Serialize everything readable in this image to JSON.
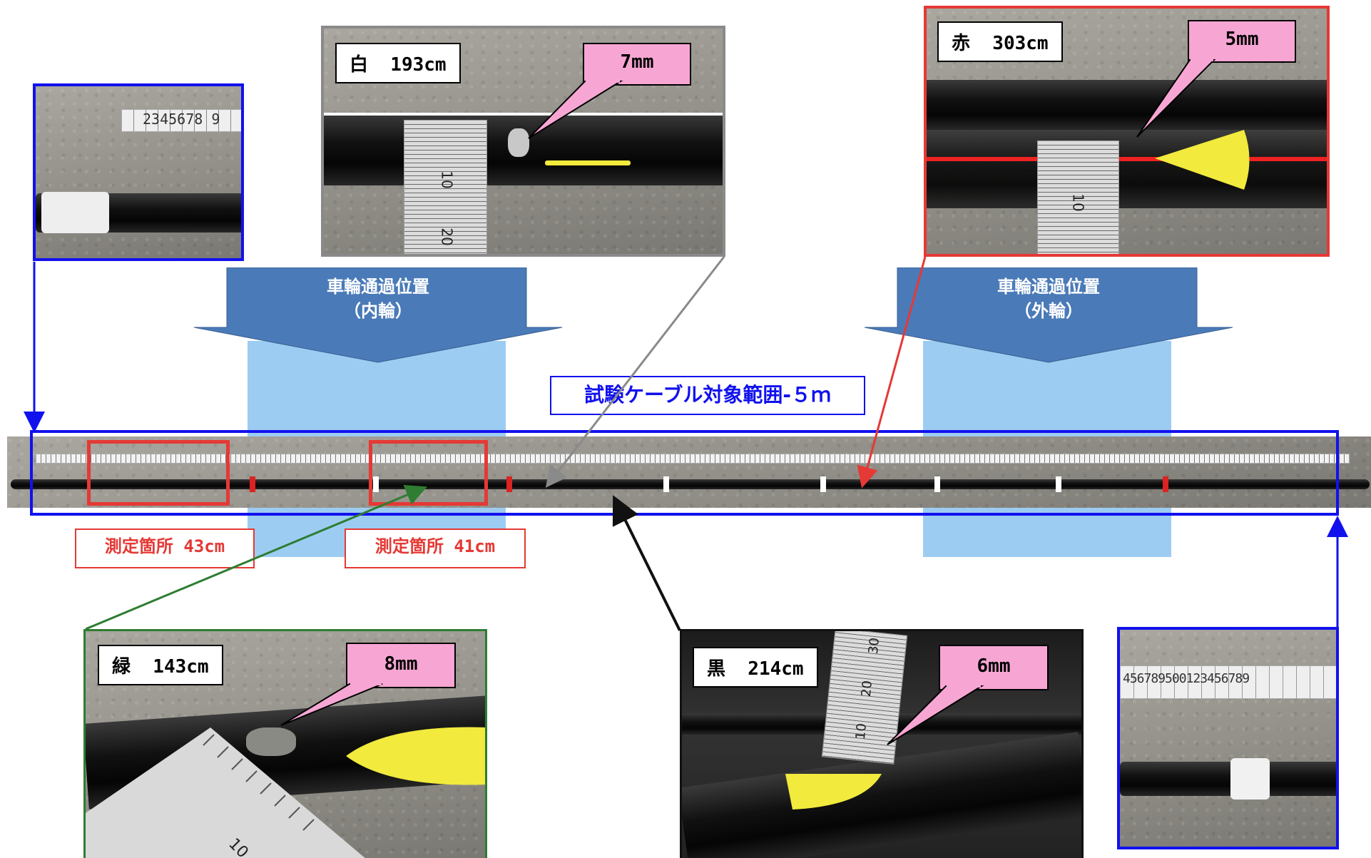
{
  "photos": {
    "white": {
      "label": "白  193cm",
      "size": "7mm"
    },
    "red": {
      "label": "赤  303cm",
      "size": "5mm"
    },
    "green": {
      "label": "緑  143cm",
      "size": "8mm"
    },
    "black": {
      "label": "黒  214cm",
      "size": "6mm"
    }
  },
  "wheel_zones": [
    {
      "title": "車輪通過位置",
      "sub": "（内輪）"
    },
    {
      "title": "車輪通過位置",
      "sub": "（外輪）"
    }
  ],
  "test_range_label": "試験ケーブル対象範囲-５ｍ",
  "measurements": [
    {
      "label": "測定箇所 43cm"
    },
    {
      "label": "測定箇所 41cm"
    }
  ],
  "tape_marks": {
    "left": "2345678 9",
    "right": "456789500123456789"
  },
  "ruler_numbers": {
    "white_a": "10",
    "white_b": "20",
    "red_a": "10",
    "black_a": "10",
    "black_b": "20",
    "black_c": "30",
    "green_a": "10"
  },
  "colors": {
    "blue_frame": "#1111ee",
    "red_frame": "#e53935",
    "gray_frame": "#8a8a8a",
    "green_frame": "#2e7d32",
    "black_frame": "#111111",
    "arrow_fill": "#4a7ab8",
    "zone_fill": "#9dccf2",
    "callout_fill": "#f7a6d4"
  }
}
